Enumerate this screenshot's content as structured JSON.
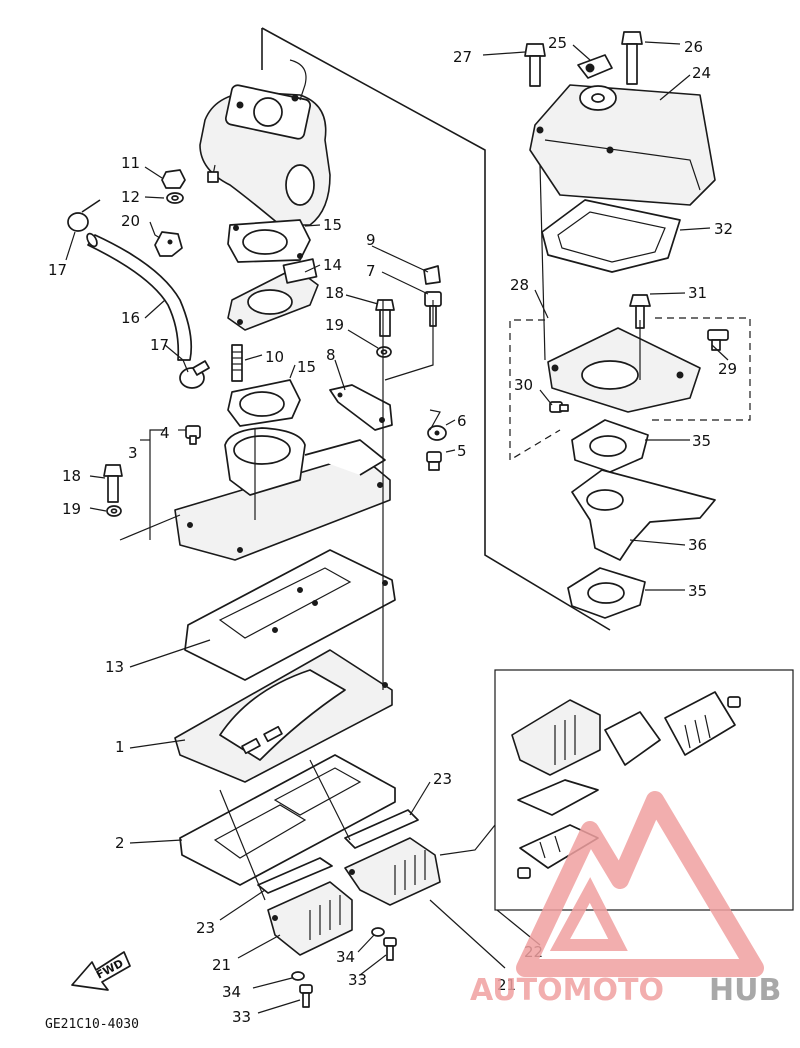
{
  "diagram": {
    "code": "GE21C10-4030",
    "fwd_label": "FWD",
    "callouts": {
      "c1": "1",
      "c2": "2",
      "c3": "3",
      "c4": "4",
      "c5": "5",
      "c6": "6",
      "c7": "7",
      "c8": "8",
      "c9": "9",
      "c10": "10",
      "c11": "11",
      "c12": "12",
      "c13": "13",
      "c14": "14",
      "c15a": "15",
      "c15b": "15",
      "c16": "16",
      "c17a": "17",
      "c17b": "17",
      "c18a": "18",
      "c18b": "18",
      "c19a": "19",
      "c19b": "19",
      "c20": "20",
      "c21a": "21",
      "c21b": "21",
      "c22": "22",
      "c23a": "23",
      "c23b": "23",
      "c24": "24",
      "c25": "25",
      "c26": "26",
      "c27": "27",
      "c28": "28",
      "c29": "29",
      "c30": "30",
      "c31": "31",
      "c32": "32",
      "c33a": "33",
      "c33b": "33",
      "c34a": "34",
      "c34b": "34",
      "c35a": "35",
      "c35b": "35",
      "c36": "36"
    }
  },
  "watermark": {
    "brand_part1": "AUTOMOTO",
    "brand_part2": "HUB",
    "color_primary": "#f0a0a0",
    "color_secondary": "#9a9a9a"
  }
}
